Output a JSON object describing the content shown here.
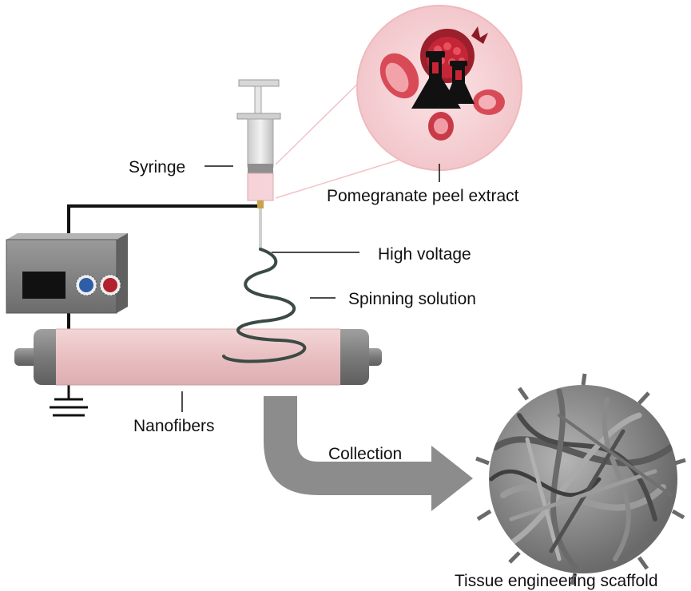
{
  "labels": {
    "syringe": "Syringe",
    "extract": "Pomegranate peel extract",
    "high_voltage": "High voltage",
    "spinning_solution": "Spinning solution",
    "nanofibers": "Nanofibers",
    "collection": "Collection",
    "scaffold": "Tissue engineering scaffold"
  },
  "colors": {
    "zoom_circle": "#f5cfd2",
    "solution_pink": "#f6d3d8",
    "drum_pink": "#eec4c6",
    "drum_cap": "#8a8a8a",
    "knob_blue": "#2f5ea8",
    "knob_red": "#b3202e",
    "arrow_gray": "#8c8c8c",
    "jet_green": "#3c4a45",
    "fiber_gray": "#7c7c7c"
  },
  "icons": {
    "extract_icon": "flask-icon",
    "fruit_icon": "pomegranate-icon",
    "ground_icon": "ground-symbol-icon",
    "arrow_icon": "curved-arrow-icon"
  }
}
